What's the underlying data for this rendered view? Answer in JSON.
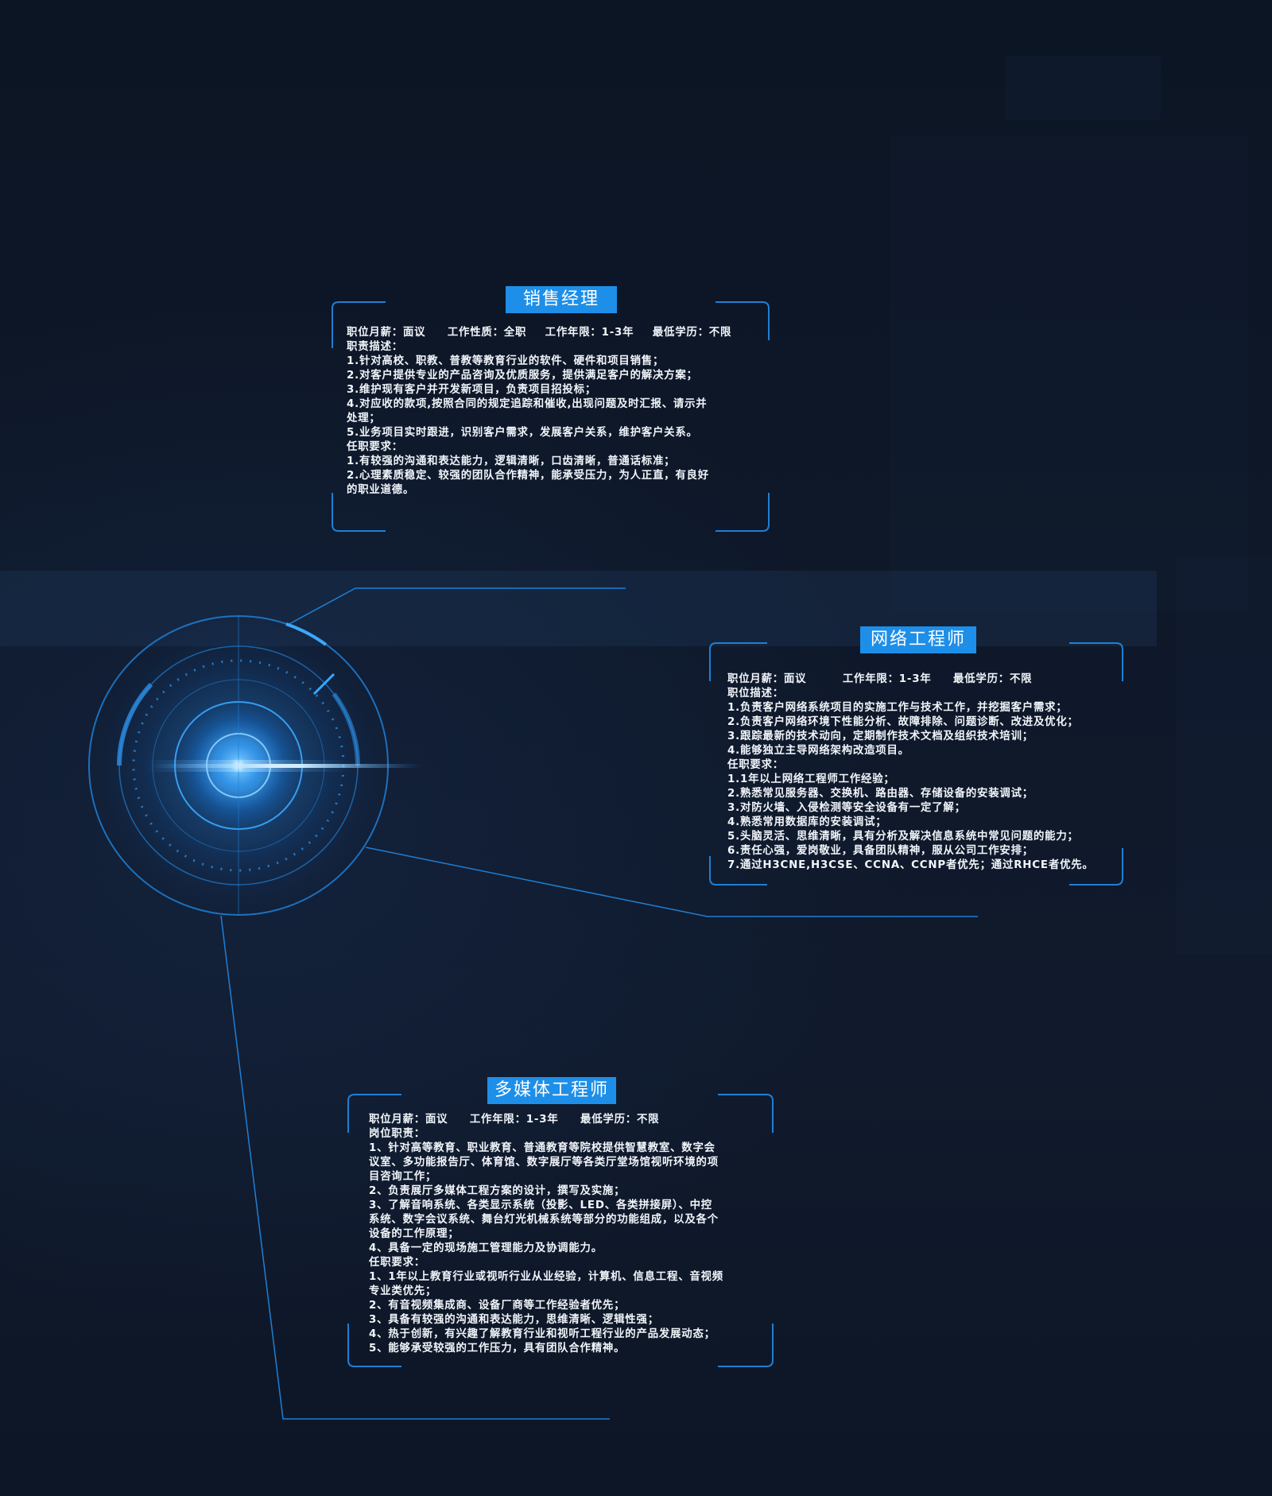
{
  "colors": {
    "background": "#0d1626",
    "accent": "#1e8fe8",
    "line": "#1f7fd4",
    "text": "#f2f6fb"
  },
  "icons": [
    "hud-target-icon"
  ],
  "jobs": [
    {
      "title": "销售经理",
      "meta": [
        "职位月薪：面议",
        "工作性质：全职",
        "工作年限：1-3年",
        "最低学历：不限"
      ],
      "lines": [
        "职责描述：",
        "1.针对高校、职教、普教等教育行业的软件、硬件和项目销售；",
        "2.对客户提供专业的产品咨询及优质服务，提供满足客户的解决方案；",
        "3.维护现有客户并开发新项目，负责项目招投标；",
        "4.对应收的款项,按照合同的规定追踪和催收,出现问题及时汇报、请示并",
        "处理；",
        "5.业务项目实时跟进，识别客户需求，发展客户关系，维护客户关系。",
        "任职要求：",
        "1.有较强的沟通和表达能力，逻辑清晰，口齿清晰，普通话标准；",
        "2.心理素质稳定、较强的团队合作精神，能承受压力，为人正直，有良好",
        "的职业道德。"
      ]
    },
    {
      "title": "网络工程师",
      "meta": [
        "职位月薪：面议",
        "工作年限：1-3年",
        "最低学历：不限"
      ],
      "lines": [
        "职位描述：",
        "1.负责客户网络系统项目的实施工作与技术工作，并挖掘客户需求；",
        "2.负责客户网络环境下性能分析、故障排除、问题诊断、改进及优化；",
        "3.跟踪最新的技术动向，定期制作技术文档及组织技术培训；",
        "4.能够独立主导网络架构改造项目。",
        "任职要求：",
        "1.1年以上网络工程师工作经验；",
        "2.熟悉常见服务器、交换机、路由器、存储设备的安装调试；",
        "3.对防火墙、入侵检测等安全设备有一定了解；",
        "4.熟悉常用数据库的安装调试；",
        "5.头脑灵活、思维清晰，具有分析及解决信息系统中常见问题的能力；",
        "6.责任心强，爱岗敬业，具备团队精神，服从公司工作安排；",
        "7.通过H3CNE,H3CSE、CCNA、CCNP者优先；通过RHCE者优先。"
      ]
    },
    {
      "title": "多媒体工程师",
      "meta": [
        "职位月薪：面议",
        "工作年限：1-3年",
        "最低学历：不限"
      ],
      "lines": [
        "岗位职责：",
        "1、针对高等教育、职业教育、普通教育等院校提供智慧教室、数字会",
        "议室、多功能报告厅、体育馆、数字展厅等各类厅堂场馆视听环境的项",
        "目咨询工作；",
        "2、负责展厅多媒体工程方案的设计，撰写及实施；",
        "3、了解音响系统、各类显示系统（投影、LED、各类拼接屏）、中控",
        "系统、数字会议系统、舞台灯光机械系统等部分的功能组成，以及各个",
        "设备的工作原理；",
        "4、具备一定的现场施工管理能力及协调能力。",
        "任职要求：",
        "1、1年以上教育行业或视听行业从业经验，计算机、信息工程、音视频",
        "专业类优先；",
        "2、有音视频集成商、设备厂商等工作经验者优先；",
        "3、具备有较强的沟通和表达能力，思维清晰、逻辑性强；",
        "4、热于创新，有兴趣了解教育行业和视听工程行业的产品发展动态；",
        "5、能够承受较强的工作压力，具有团队合作精神。"
      ]
    }
  ]
}
